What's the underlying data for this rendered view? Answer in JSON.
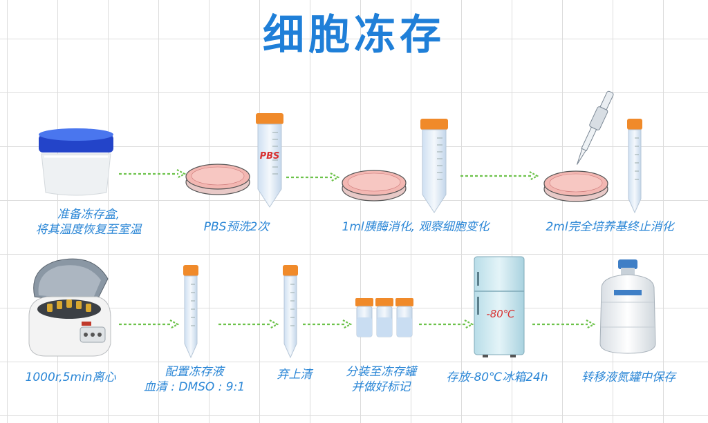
{
  "title": "细胞冻存",
  "colors": {
    "accent": "#1f7fd8",
    "arrow": "#6cc24a",
    "dish": "#f3b7b2",
    "cap": "#f08a2a"
  },
  "steps": [
    {
      "lines": [
        "准备冻存盒,",
        "将其温度恢复至室温"
      ]
    },
    {
      "lines": [
        "PBS预洗2次"
      ],
      "tube_text": "PBS"
    },
    {
      "lines": [
        "1ml胰酶消化, 观察细胞变化"
      ]
    },
    {
      "lines": [
        "2ml完全培养基终止消化"
      ]
    },
    {
      "lines": [
        "1000r,5min离心"
      ]
    },
    {
      "lines": [
        "配置冻存液",
        "血清 : DMSO : 9:1"
      ]
    },
    {
      "lines": [
        "弃上清"
      ]
    },
    {
      "lines": [
        "分装至冻存罐",
        "并做好标记"
      ]
    },
    {
      "lines": [
        "存放-80℃冰箱24h"
      ],
      "fridge_text": "-80℃"
    },
    {
      "lines": [
        "转移液氮罐中保存"
      ]
    }
  ]
}
